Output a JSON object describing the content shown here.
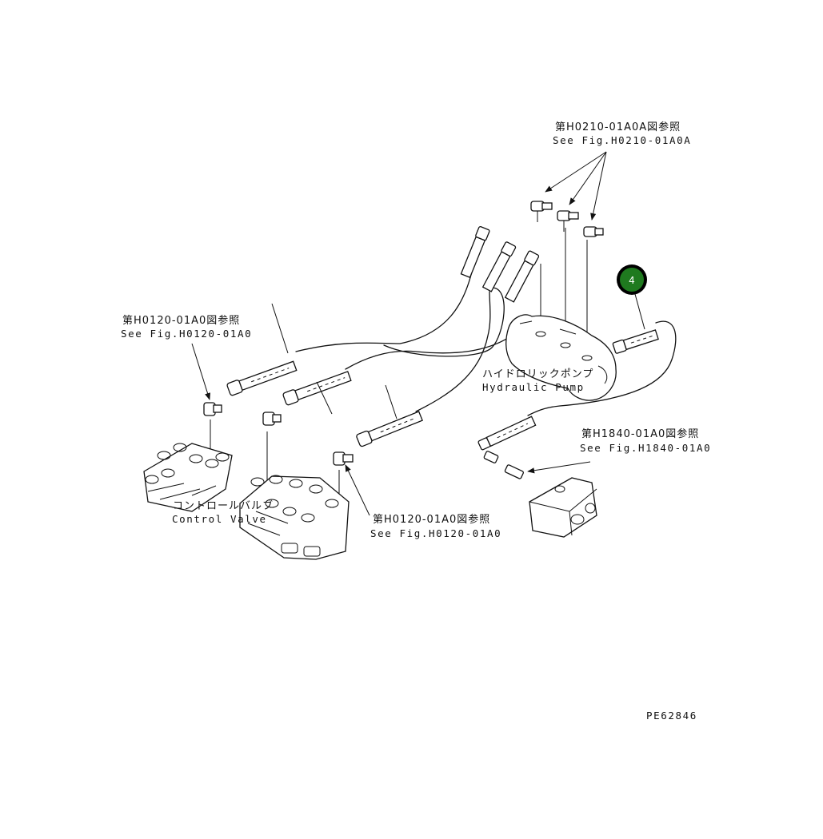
{
  "colors": {
    "line": "#111111",
    "callout_fill": "#1f7a1f",
    "callout_ring": "#000000",
    "callout_text": "#ffffff"
  },
  "callout": {
    "number": "4"
  },
  "refs": {
    "top_jp": "第H0210-01A0A図参照",
    "top_en": "See Fig.H0210-01A0A",
    "left_jp": "第H0120-01A0図参照",
    "left_en": "See Fig.H0120-01A0",
    "middle_jp": "第H0120-01A0図参照",
    "middle_en": "See Fig.H0120-01A0",
    "right_jp": "第H1840-01A0図参照",
    "right_en": "See Fig.H1840-01A0"
  },
  "components": {
    "pump_jp": "ハイドロリックポンプ",
    "pump_en": "Hydraulic Pump",
    "valve_jp": "コントロールバルブ",
    "valve_en": "Control Valve"
  },
  "drawing_code": "PE62846"
}
